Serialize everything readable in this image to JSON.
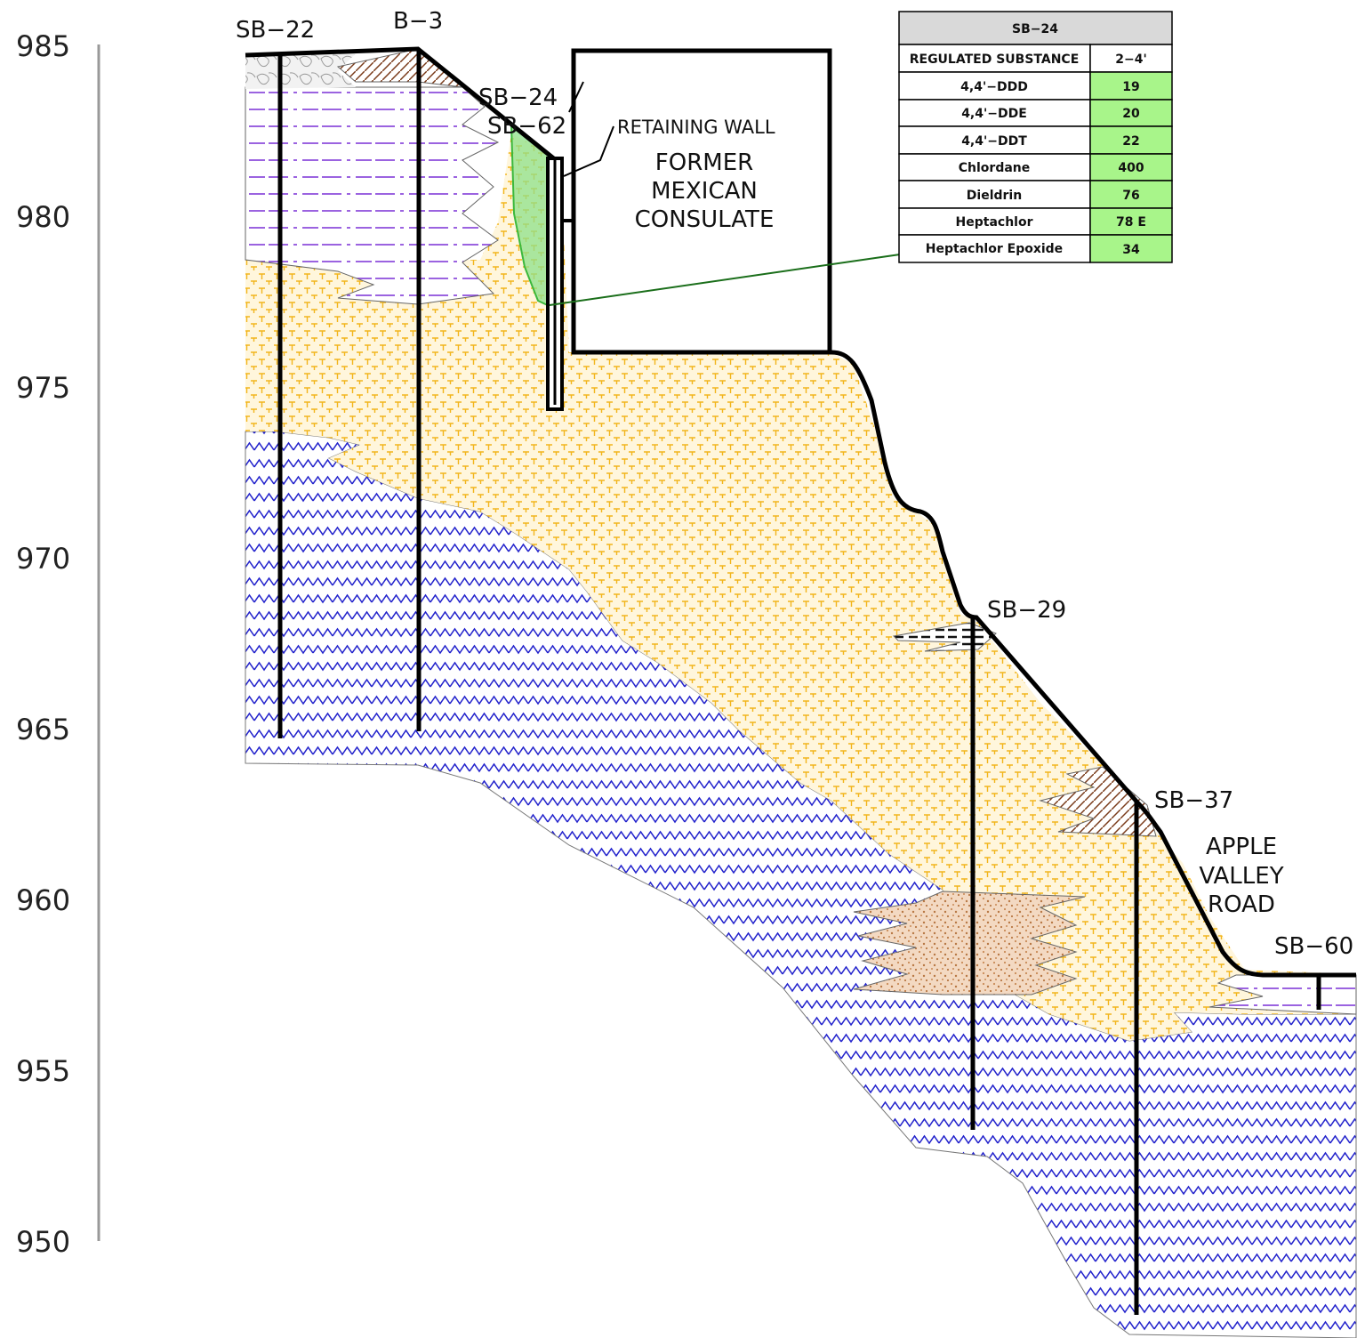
{
  "elevation_axis": [
    "985",
    "980",
    "975",
    "970",
    "965",
    "960",
    "955",
    "950"
  ],
  "borings": {
    "sb22": "SB−22",
    "b3": "B−3",
    "sb24_line1": "SB−24",
    "sb24_line2": "SB−62",
    "sb29": "SB−29",
    "sb37": "SB−37",
    "sb60": "SB−60"
  },
  "labels": {
    "retaining_wall": "RETAINING WALL",
    "building": [
      "FORMER",
      "MEXICAN",
      "CONSULATE"
    ],
    "road": [
      "APPLE",
      "VALLEY",
      "ROAD"
    ]
  },
  "results_table": {
    "title": "SB−24",
    "header": [
      "REGULATED SUBSTANCE",
      "2−4'"
    ],
    "rows": [
      {
        "substance": "4,4'−DDD",
        "value": "19"
      },
      {
        "substance": "4,4'−DDE",
        "value": "20"
      },
      {
        "substance": "4,4'−DDT",
        "value": "22"
      },
      {
        "substance": "Chlordane",
        "value": "400"
      },
      {
        "substance": "Dieldrin",
        "value": "76"
      },
      {
        "substance": "Heptachlor",
        "value": "78 E"
      },
      {
        "substance": "Heptachlor Epoxide",
        "value": "34"
      }
    ],
    "highlight_color": "#a8f58a",
    "header_color": "#d9d9d9"
  },
  "colors": {
    "clay_tan": "#fff6dc",
    "clay_symbol": "#f2b51c",
    "bedrock_zigzag": "#2222cc",
    "fill_purple": "#7a2fd6",
    "impacted_zone": "#8de08a",
    "gravel_brown": "#d9a37a",
    "brown_hatch": "#7a3b1a"
  }
}
